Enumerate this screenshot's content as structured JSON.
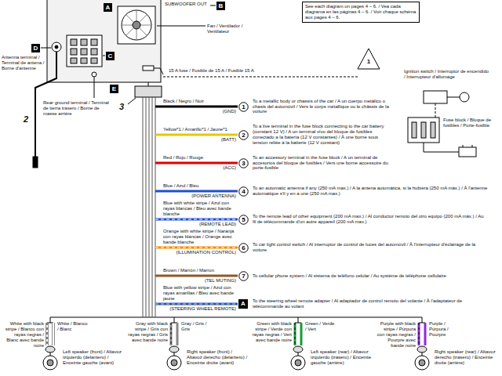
{
  "diagram": {
    "nodes": [
      {
        "text": [
          "A"
        ]
      },
      {
        "text": [
          "B"
        ]
      },
      {
        "text": [
          "See each diagram on pages 4 – 6. / Vea cada diagrama en las páginas 4 – 6. / Voir chaque schéma aux pages 4 – 6."
        ]
      },
      {
        "text": [
          "D"
        ]
      },
      {
        "text": [
          "C"
        ]
      },
      {
        "text": [
          "E"
        ]
      },
      {
        "text": [
          "1"
        ]
      },
      {
        "text": [
          "2"
        ]
      },
      {
        "text": [
          "3"
        ]
      },
      {
        "text": [
          "4"
        ]
      },
      {
        "text": [
          "5"
        ]
      },
      {
        "text": [
          "6"
        ]
      },
      {
        "text": [
          "7"
        ]
      },
      {
        "text": [
          "A"
        ]
      }
    ],
    "labels": [
      "SUBWOOFER OUT",
      "Fan / Ventilador / Ventilateur",
      "15 A fuse / Fusible de 15 A / Fusible 15 A",
      "Antenna terminal / Terminal de antena / Borne d'antenne",
      "Rear ground terminal / Terminal de tierra trasero / Borne de masse arrière",
      "2",
      "3",
      "1",
      "Black / Negro / Noir",
      "(GND)",
      "Yellow*1 / Amarillo*1 / Jaune*1",
      "(BATT)",
      "Red / Rojo / Rouge",
      "(ACC)",
      "Blue / Azul / Bleu",
      "(POWER ANTENNA)",
      "Blue with white stripe / Azul con rayas blancas / Bleu avec bande blanche",
      "(REMOTE LEAD)",
      "Orange with white stripe / Naranja con rayas blancas / Orange avec bande blanche",
      "(ILLUMINATION CONTROL)",
      "Brown / Marrón / Marron",
      "(TEL MUTING)",
      "Blue with yellow stripe / Azul con rayas amarillas / Bleu avec bande jaune",
      "(STEERING WHEEL REMOTE)",
      "To a metallic body or chassis of the car / A un cuerpo metálico o chasis del automóvil / Vers le corps métallique ou le châssis de la voiture",
      "To a live terminal in the fuse block connecting to the car battery (constant 12 V) / A un terminal vivo del bloque de fusibles conectado a la batería (12 V constantes) / À une borne sous tension reliée à la batterie (12 V constant)",
      "To an accessory terminal in the fuse block / A un terminal de accesorios del bloque de fusibles / Vers une borne accessoire du porte-fusible",
      "To an automatic antenna if any (250 mA max.) / A la antena automática, si la hubiera (250 mA máx.) / À l'antenne automatique s'il y en a une (250 mA max.)",
      "To the remote lead of other equipment (200 mA max.) / Al conductor remoto del otro equipo (200 mA máx.) / Au fil de télécommande d'un autre appareil (200 mA max.)",
      "To car light control switch / Al interruptor de control de luces del automóvil / À l'interrupteur d'éclairage de la voiture",
      "To cellular phone system / Al sistema de teléfono celular / Au système de téléphone cellulaire",
      "To the steering wheel remote adapter / Al adaptador de control remoto del volante / À l'adaptateur de télécommande au volant",
      "Ignition switch / Interruptor de encendido / Interrupteur d'allumage",
      "Fuse block / Bloque de fusibles / Porte-fusible",
      "White with black stripe / Blanco con rayas negras / Blanc avec bande noire",
      "White / Blanco / Blanc",
      "Gray with black stripe / Gris con rayas negras / Gris avec bande noire",
      "Gray / Gris / Gris",
      "Green with black stripe / Verde con rayas negras / Vert avec bande noire",
      "Green / Verde / Vert",
      "Purple with black stripe / Púrpura con rayas negras / Pourpre avec bande noire",
      "Purple / Púrpura / Pourpre",
      "Left speaker (front) / Altavoz izquierdo (delantero) / Enceinte gauche (avant)",
      "Right speaker (front) / Altavoz derecho (delantero) / Enceinte droite (avant)",
      "Left speaker (rear) / Altavoz izquierdo (trasero) / Enceinte gauche (arrière)",
      "Right speaker (rear) / Altavoz derecho (trasero) / Enceinte droite (arrière)"
    ]
  }
}
